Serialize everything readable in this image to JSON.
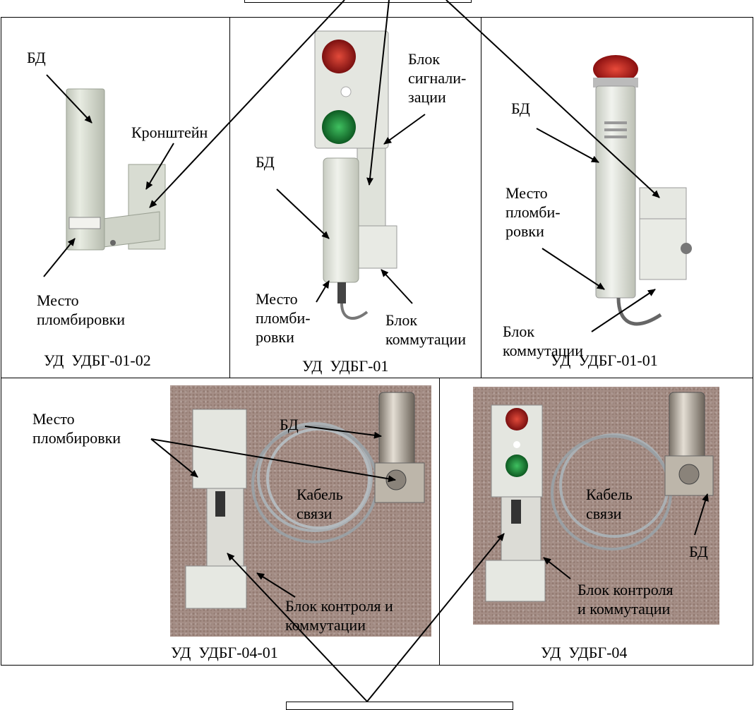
{
  "top_box": {
    "text": ""
  },
  "bottom_box": {
    "text": ""
  },
  "panels": {
    "udbg_01_02": {
      "caption": "УД  УДБГ-01-02",
      "bd": "БД",
      "bracket": "Кронштейн",
      "seal": "Место\nпломбировки"
    },
    "udbg_01": {
      "caption": "УД  УДБГ-01",
      "signal": "Блок\nсигнали-\nзации",
      "bd": "БД",
      "seal": "Место\nпломби-\nровки",
      "switch": "Блок\nкоммутации"
    },
    "udbg_01_01": {
      "caption": "УД  УДБГ-01-01",
      "bd": "БД",
      "seal": "Место\nпломби-\nровки",
      "switch": "Блок\nкоммутации"
    },
    "udbg_04_01": {
      "caption": "УД  УДБГ-04-01",
      "seal": "Место\nпломбировки",
      "bd": "БД",
      "cable": "Кабель\nсвязи",
      "control": "Блок контроля и\nкоммутации"
    },
    "udbg_04": {
      "caption": "УД  УДБГ-04",
      "cable": "Кабель\nсвязи",
      "bd": "БД",
      "control": "Блок контроля\nи коммутации"
    }
  },
  "colors": {
    "lamp_red": "#b81e1e",
    "lamp_green": "#1e8a3a",
    "device_body": "#e6e8e2",
    "carpet": "#a58e86",
    "steel": "#b8b2a8"
  }
}
